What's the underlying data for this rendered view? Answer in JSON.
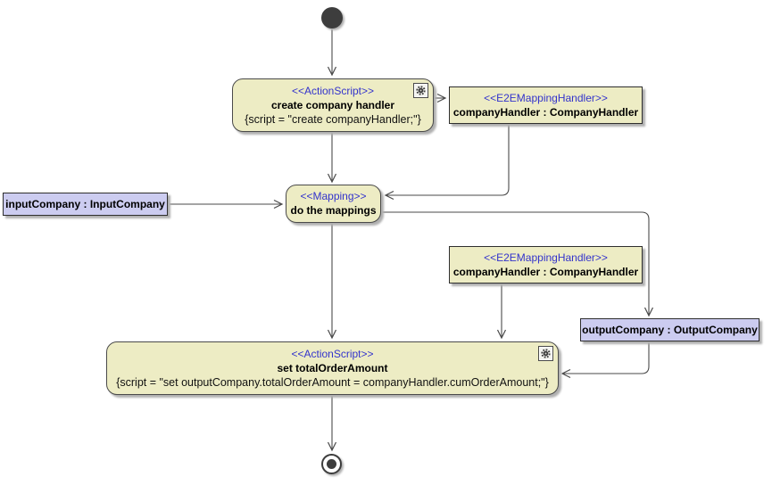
{
  "colors": {
    "action_fill": "#edecc4",
    "action_border": "#4a4a4a",
    "object_fill": "#ccccf0",
    "stereotype_text": "#3333cc",
    "edge_color": "#4a4a4a",
    "shadow": "#b0b0b0",
    "node_symbol": "#3d3d3d"
  },
  "nodes": {
    "create_handler": {
      "stereotype": "<<ActionScript>>",
      "name": "create company handler",
      "script": "{script = \"create companyHandler;\"}"
    },
    "company_handler_1": {
      "stereotype": "<<E2EMappingHandler>>",
      "name": "companyHandler : CompanyHandler"
    },
    "mapping": {
      "stereotype": "<<Mapping>>",
      "name": "do the mappings"
    },
    "input_company": {
      "name": "inputCompany : InputCompany"
    },
    "company_handler_2": {
      "stereotype": "<<E2EMappingHandler>>",
      "name": "companyHandler : CompanyHandler"
    },
    "output_company": {
      "name": "outputCompany : OutputCompany"
    },
    "set_total": {
      "stereotype": "<<ActionScript>>",
      "name": "set totalOrderAmount",
      "script": "{script = \"set outputCompany.totalOrderAmount = companyHandler.cumOrderAmount;\"}"
    }
  }
}
